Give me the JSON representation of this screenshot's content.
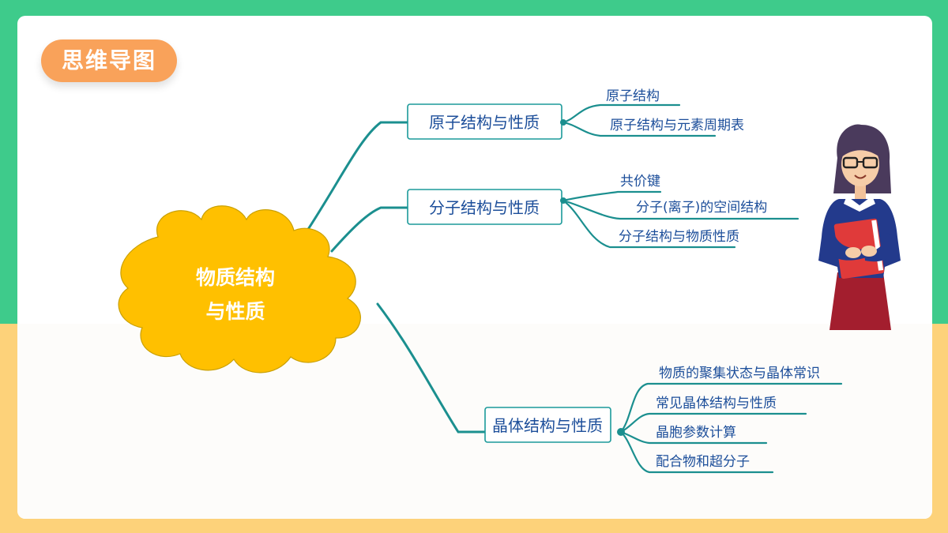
{
  "badge": {
    "label": "思维导图"
  },
  "mindmap": {
    "center": {
      "line1": "物质结构",
      "line2": "与性质"
    },
    "branches": [
      {
        "label": "原子结构与性质",
        "leaves": [
          "原子结构",
          "原子结构与元素周期表"
        ]
      },
      {
        "label": "分子结构与性质",
        "leaves": [
          "共价键",
          "分子(离子)的空间结构",
          "分子结构与物质性质"
        ]
      },
      {
        "label": "晶体结构与性质",
        "leaves": [
          "物质的聚集状态与晶体常识",
          "常见晶体结构与性质",
          "晶胞参数计算",
          "配合物和超分子"
        ]
      }
    ]
  },
  "colors": {
    "background_green": "#3ecb8b",
    "background_yellow": "#fdd27a",
    "badge": "#f9a25a",
    "cloud": "#ffc000",
    "connector": "#1b8f8f",
    "text_blue": "#1c4e9a"
  },
  "illustration": {
    "icon": "teacher-holding-book-illustration"
  }
}
